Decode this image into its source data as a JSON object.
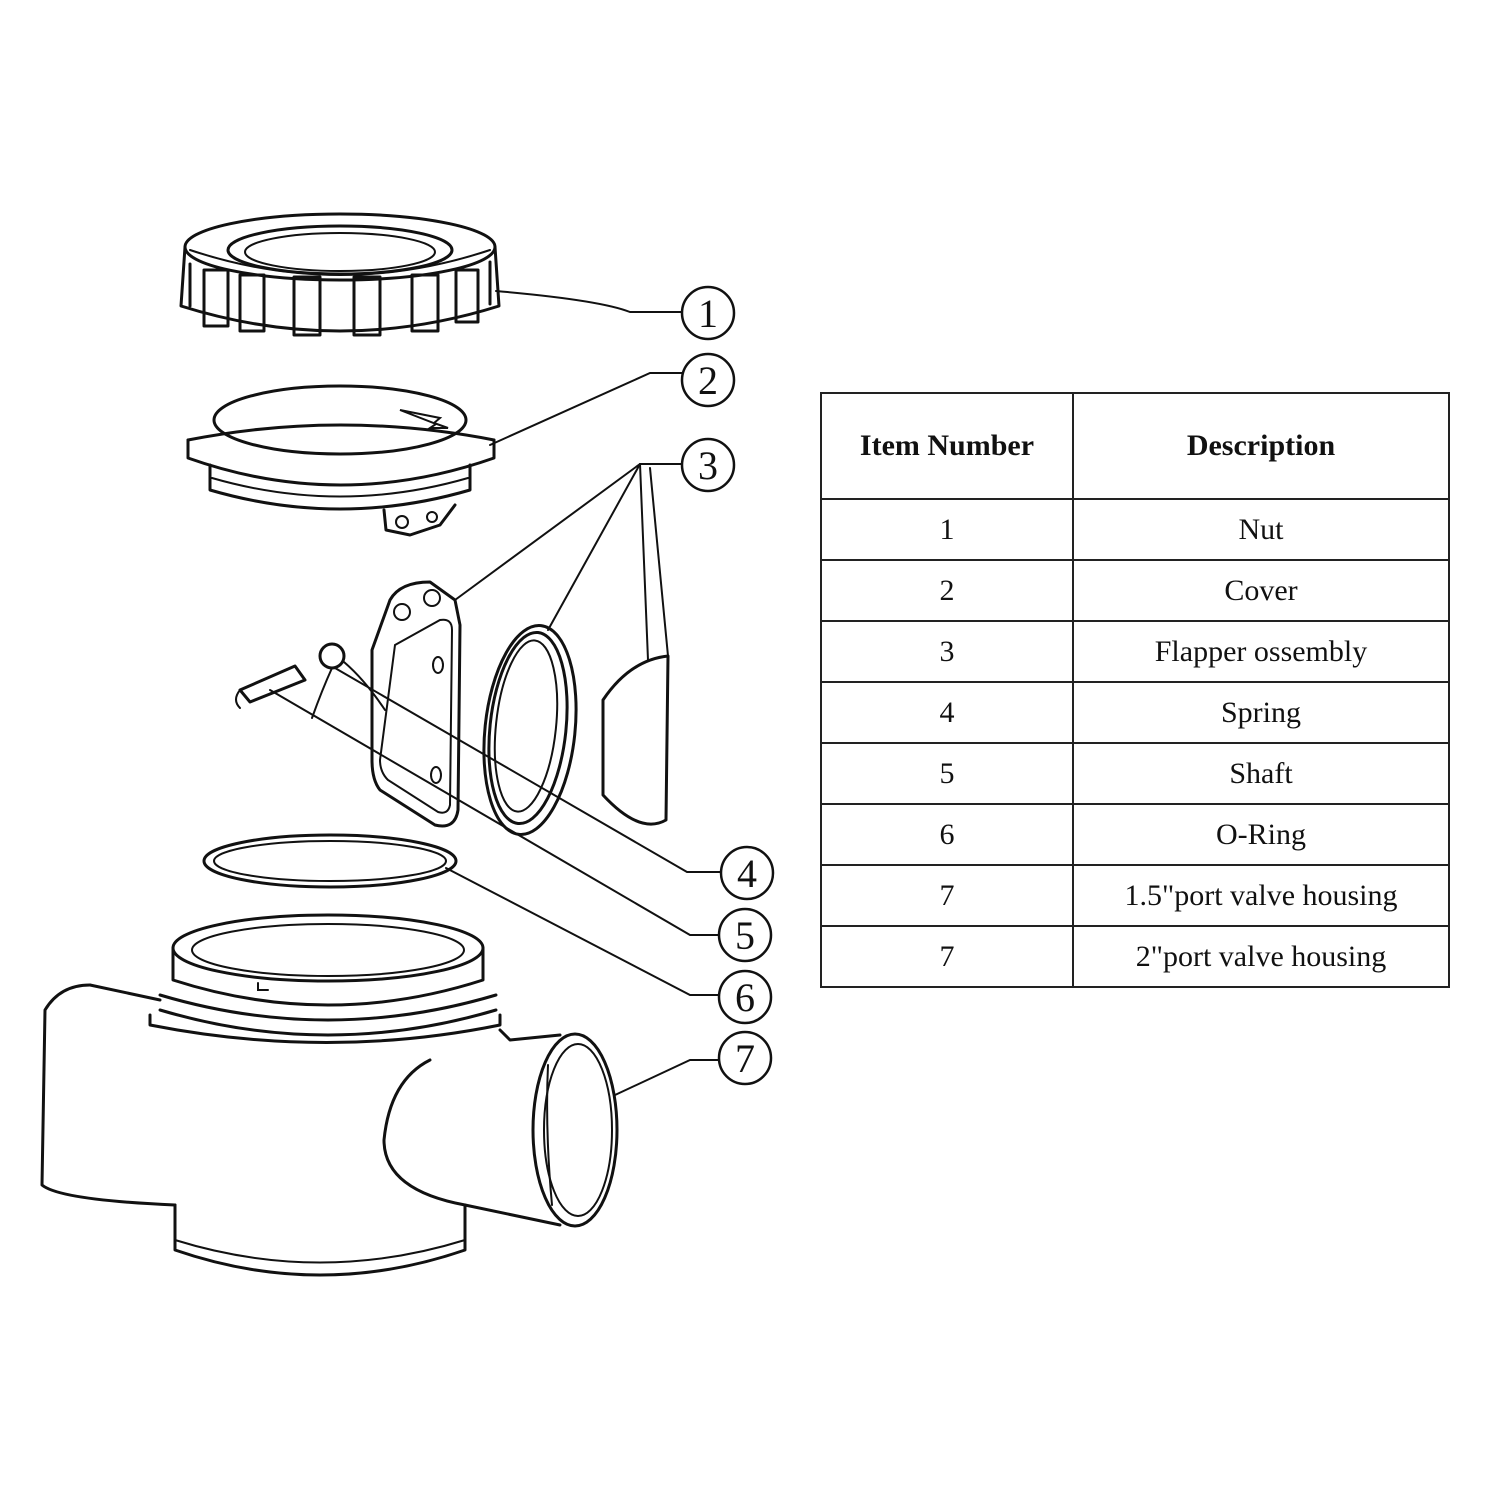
{
  "callouts": [
    "1",
    "2",
    "3",
    "4",
    "5",
    "6",
    "7"
  ],
  "table": {
    "headers": [
      "Item Number",
      "Description"
    ],
    "rows": [
      {
        "item": "1",
        "description": "Nut"
      },
      {
        "item": "2",
        "description": "Cover"
      },
      {
        "item": "3",
        "description": "Flapper ossembly"
      },
      {
        "item": "4",
        "description": "Spring"
      },
      {
        "item": "5",
        "description": "Shaft"
      },
      {
        "item": "6",
        "description": "O-Ring"
      },
      {
        "item": "7",
        "description": "1.5\"port valve housing"
      },
      {
        "item": "7",
        "description": "2\"port valve housing"
      }
    ]
  }
}
